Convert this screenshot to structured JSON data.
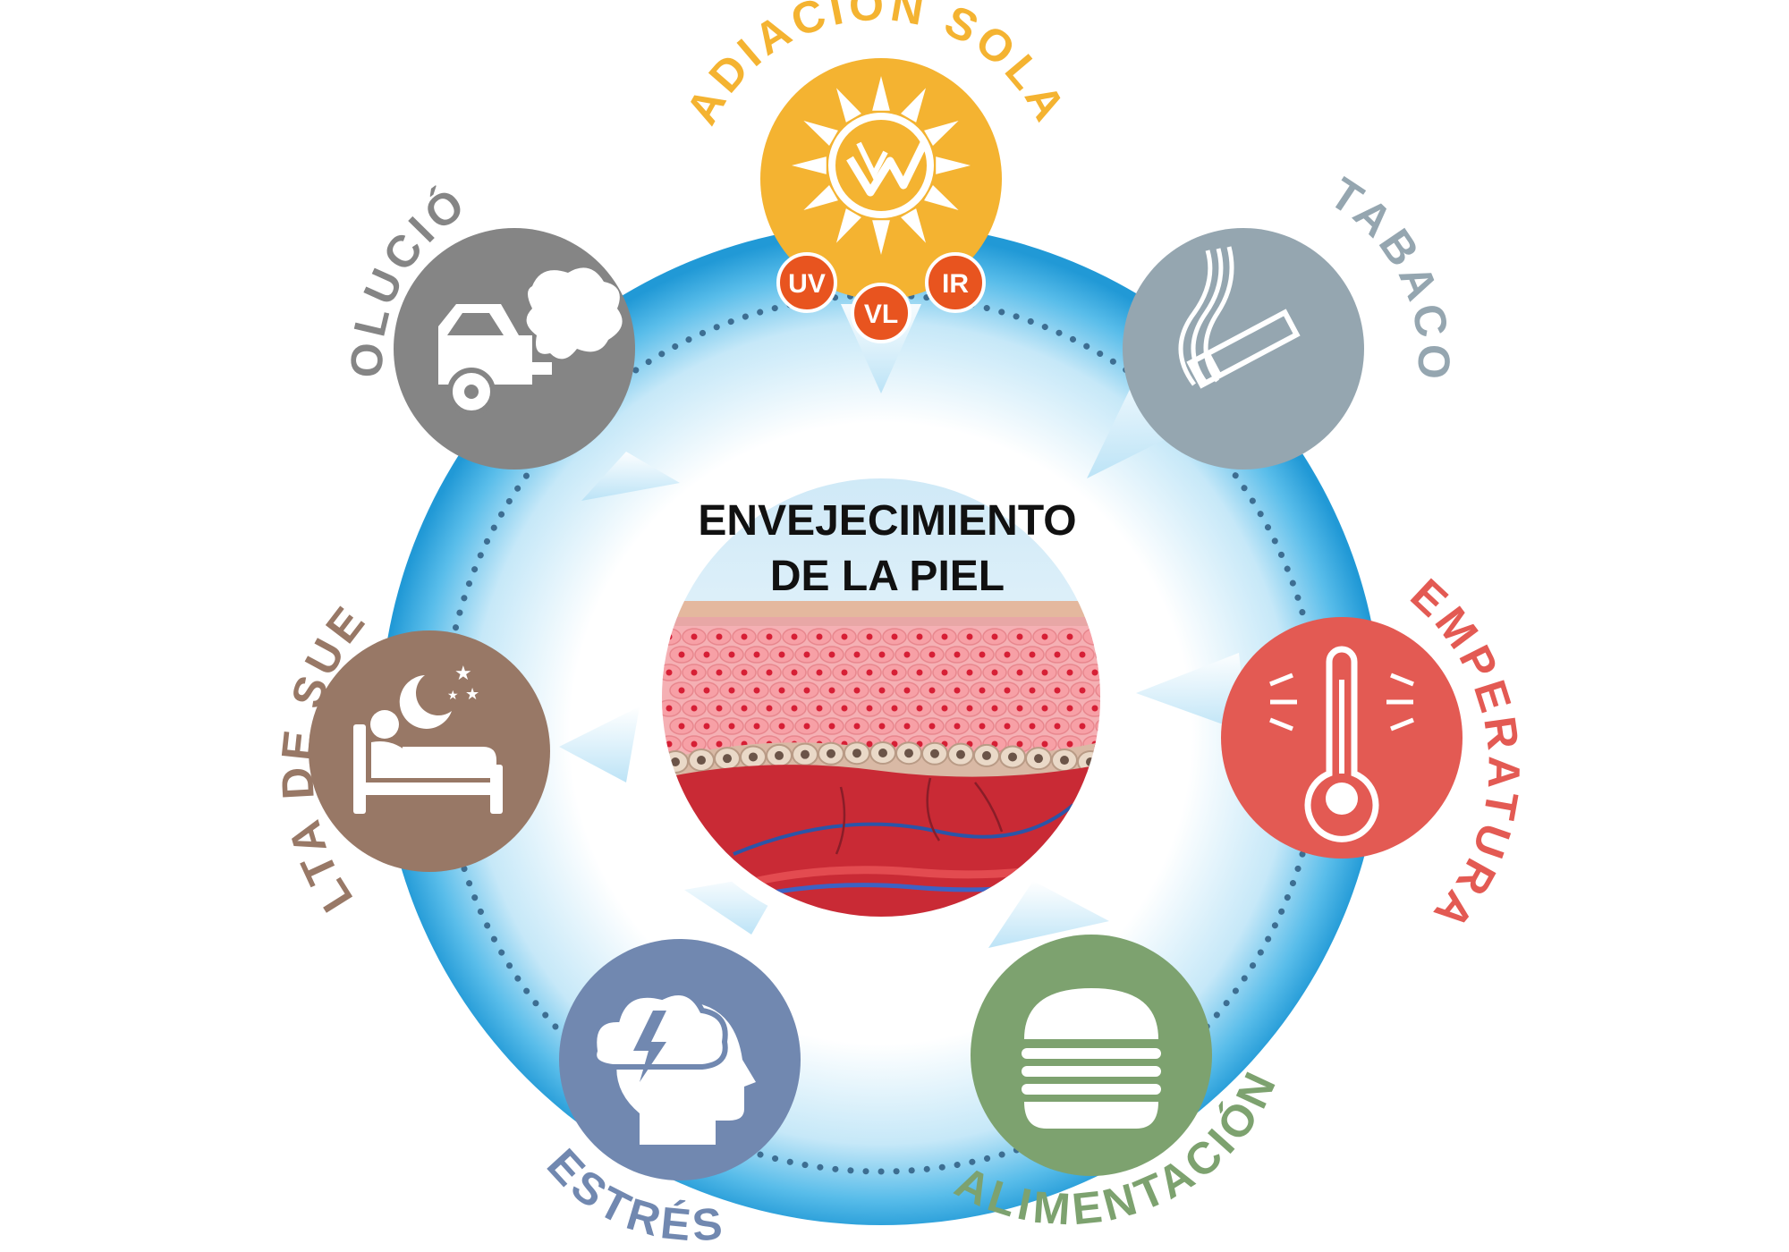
{
  "center": {
    "title_line1": "ENVEJECIMIENTO",
    "title_line2": "DE LA PIEL"
  },
  "factors": [
    {
      "key": "radiacion",
      "label": "RADIACIÓN SOLAR",
      "color": "#f4b331",
      "icon": "sun-icon"
    },
    {
      "key": "tabaco",
      "label": "TABACO",
      "color": "#95a6b0",
      "icon": "cigarette-icon"
    },
    {
      "key": "temperatura",
      "label": "TEMPERATURA",
      "color": "#e35a53",
      "icon": "thermometer-icon"
    },
    {
      "key": "alimentacion",
      "label": "ALIMENTACIÓN",
      "color": "#7da26f",
      "icon": "burger-icon"
    },
    {
      "key": "estres",
      "label": "ESTRÉS",
      "color": "#7188b0",
      "icon": "stress-head-icon"
    },
    {
      "key": "falta_sueno",
      "label": "FALTA DE SUEÑO",
      "color": "#987866",
      "icon": "bed-icon"
    },
    {
      "key": "polucion",
      "label": "POLUCIÓN",
      "color": "#858585",
      "icon": "car-smoke-icon"
    }
  ],
  "radiation_types": [
    {
      "label": "UV",
      "color": "#e8541f"
    },
    {
      "label": "VL",
      "color": "#e8541f"
    },
    {
      "label": "IR",
      "color": "#e8541f"
    }
  ],
  "colors": {
    "ring_blue": "#2fa3dd",
    "dots": "#3d6e92",
    "title": "#111111"
  }
}
